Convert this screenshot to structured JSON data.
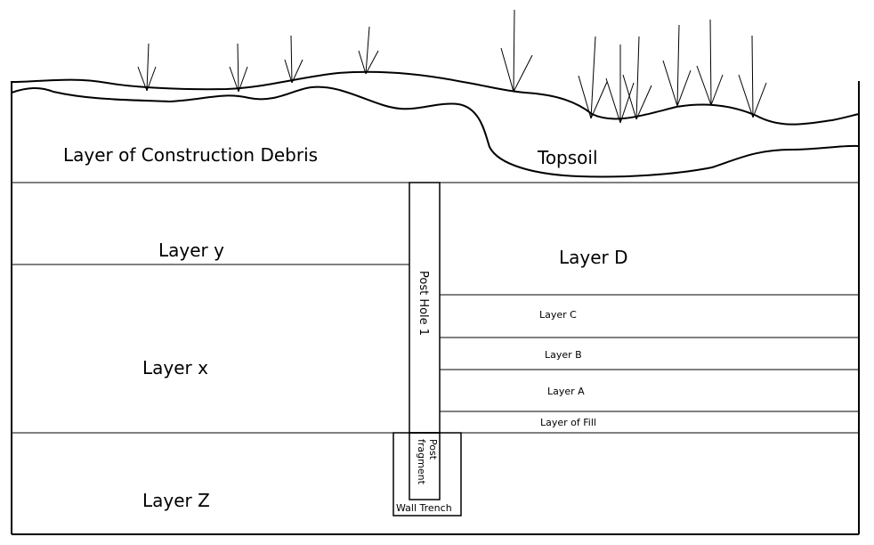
{
  "labels": {
    "construction_debris": "Layer of Construction Debris",
    "topsoil": "Topsoil",
    "layer_y": "Layer y",
    "layer_x": "Layer x",
    "layer_z": "Layer Z",
    "layer_d": "Layer D",
    "layer_c": "Layer C",
    "layer_b": "Layer B",
    "layer_a": "Layer A",
    "layer_fill": "Layer of Fill",
    "post_hole": "Post Hole 1",
    "post_fragment_line1": "Post",
    "post_fragment_line2": "fragment",
    "wall_trench": "Wall Trench"
  }
}
